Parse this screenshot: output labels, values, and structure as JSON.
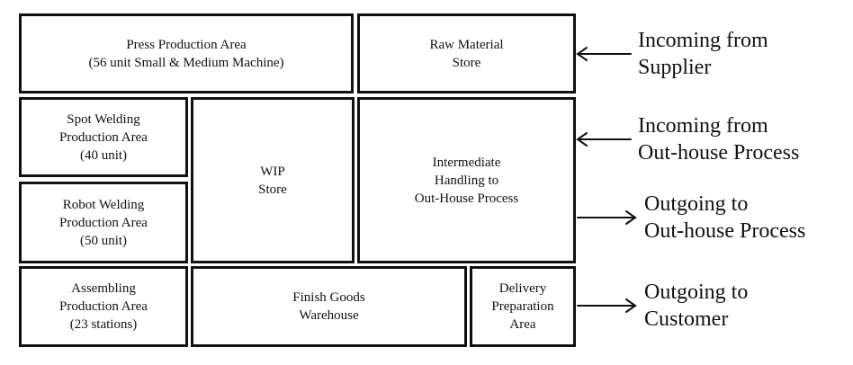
{
  "areas": {
    "press": {
      "lines": [
        "Press Production Area",
        "(56 unit Small & Medium Machine)"
      ]
    },
    "raw": {
      "lines": [
        "Raw Material",
        "Store"
      ]
    },
    "spot": {
      "lines": [
        "Spot Welding",
        "Production Area",
        "(40 unit)"
      ]
    },
    "wip": {
      "lines": [
        "WIP",
        "Store"
      ]
    },
    "intermediate": {
      "lines": [
        "Intermediate",
        "Handling to",
        "Out-House Process"
      ]
    },
    "robot": {
      "lines": [
        "Robot Welding",
        "Production Area",
        "(50 unit)"
      ]
    },
    "assembling": {
      "lines": [
        "Assembling",
        "Production Area",
        "(23 stations)"
      ]
    },
    "finish": {
      "lines": [
        "Finish Goods",
        "Warehouse"
      ]
    },
    "delivery": {
      "lines": [
        "Delivery",
        "Preparation",
        "Area"
      ]
    }
  },
  "flows": {
    "incoming_supplier": {
      "lines": [
        "Incoming from",
        "Supplier"
      ],
      "direction": "in"
    },
    "incoming_outhouse": {
      "lines": [
        "Incoming from",
        "Out-house Process"
      ],
      "direction": "in"
    },
    "outgoing_outhouse": {
      "lines": [
        "Outgoing to",
        "Out-house Process"
      ],
      "direction": "out"
    },
    "outgoing_customer": {
      "lines": [
        "Outgoing to",
        "Customer"
      ],
      "direction": "out"
    }
  }
}
